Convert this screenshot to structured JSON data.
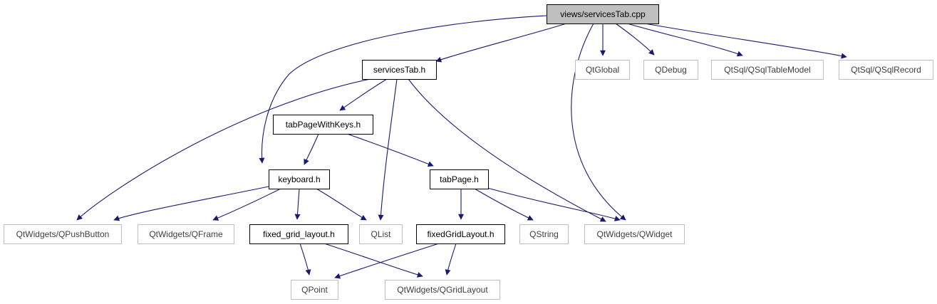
{
  "diagram": {
    "colors": {
      "edge": "#191970",
      "root_fill": "#bfbfbf",
      "internal_border": "#000000",
      "external_border": "#bfbfbf",
      "external_text": "#3f3f3f",
      "text": "#000000"
    },
    "nodes": [
      {
        "id": "root",
        "label": "views/servicesTab.cpp",
        "kind": "root"
      },
      {
        "id": "servicesTab_h",
        "label": "servicesTab.h",
        "kind": "internal"
      },
      {
        "id": "QtGlobal",
        "label": "QtGlobal",
        "kind": "external"
      },
      {
        "id": "QDebug",
        "label": "QDebug",
        "kind": "external"
      },
      {
        "id": "QSqlTableModel",
        "label": "QtSql/QSqlTableModel",
        "kind": "external"
      },
      {
        "id": "QSqlRecord",
        "label": "QtSql/QSqlRecord",
        "kind": "external"
      },
      {
        "id": "tabPageWithKeys_h",
        "label": "tabPageWithKeys.h",
        "kind": "internal"
      },
      {
        "id": "keyboard_h",
        "label": "keyboard.h",
        "kind": "internal"
      },
      {
        "id": "tabPage_h",
        "label": "tabPage.h",
        "kind": "internal"
      },
      {
        "id": "QPushButton",
        "label": "QtWidgets/QPushButton",
        "kind": "external"
      },
      {
        "id": "QFrame",
        "label": "QtWidgets/QFrame",
        "kind": "external"
      },
      {
        "id": "fixed_grid_layout_h",
        "label": "fixed_grid_layout.h",
        "kind": "internal"
      },
      {
        "id": "QList",
        "label": "QList",
        "kind": "external"
      },
      {
        "id": "fixedGridLayout_h",
        "label": "fixedGridLayout.h",
        "kind": "internal"
      },
      {
        "id": "QString",
        "label": "QString",
        "kind": "external"
      },
      {
        "id": "QWidget",
        "label": "QtWidgets/QWidget",
        "kind": "external"
      },
      {
        "id": "QPoint",
        "label": "QPoint",
        "kind": "external"
      },
      {
        "id": "QGridLayout",
        "label": "QtWidgets/QGridLayout",
        "kind": "external"
      }
    ],
    "edges": [
      [
        "root",
        "keyboard_h"
      ],
      [
        "root",
        "servicesTab_h"
      ],
      [
        "root",
        "QWidget"
      ],
      [
        "root",
        "QtGlobal"
      ],
      [
        "root",
        "QDebug"
      ],
      [
        "root",
        "QSqlTableModel"
      ],
      [
        "root",
        "QSqlRecord"
      ],
      [
        "servicesTab_h",
        "QPushButton"
      ],
      [
        "servicesTab_h",
        "tabPageWithKeys_h"
      ],
      [
        "servicesTab_h",
        "QList"
      ],
      [
        "servicesTab_h",
        "QWidget"
      ],
      [
        "tabPageWithKeys_h",
        "keyboard_h"
      ],
      [
        "tabPageWithKeys_h",
        "tabPage_h"
      ],
      [
        "keyboard_h",
        "QPushButton"
      ],
      [
        "keyboard_h",
        "QFrame"
      ],
      [
        "keyboard_h",
        "fixed_grid_layout_h"
      ],
      [
        "keyboard_h",
        "QList"
      ],
      [
        "tabPage_h",
        "fixedGridLayout_h"
      ],
      [
        "tabPage_h",
        "QString"
      ],
      [
        "tabPage_h",
        "QWidget"
      ],
      [
        "fixed_grid_layout_h",
        "QPoint"
      ],
      [
        "fixed_grid_layout_h",
        "QGridLayout"
      ],
      [
        "fixedGridLayout_h",
        "QPoint"
      ],
      [
        "fixedGridLayout_h",
        "QGridLayout"
      ]
    ]
  }
}
